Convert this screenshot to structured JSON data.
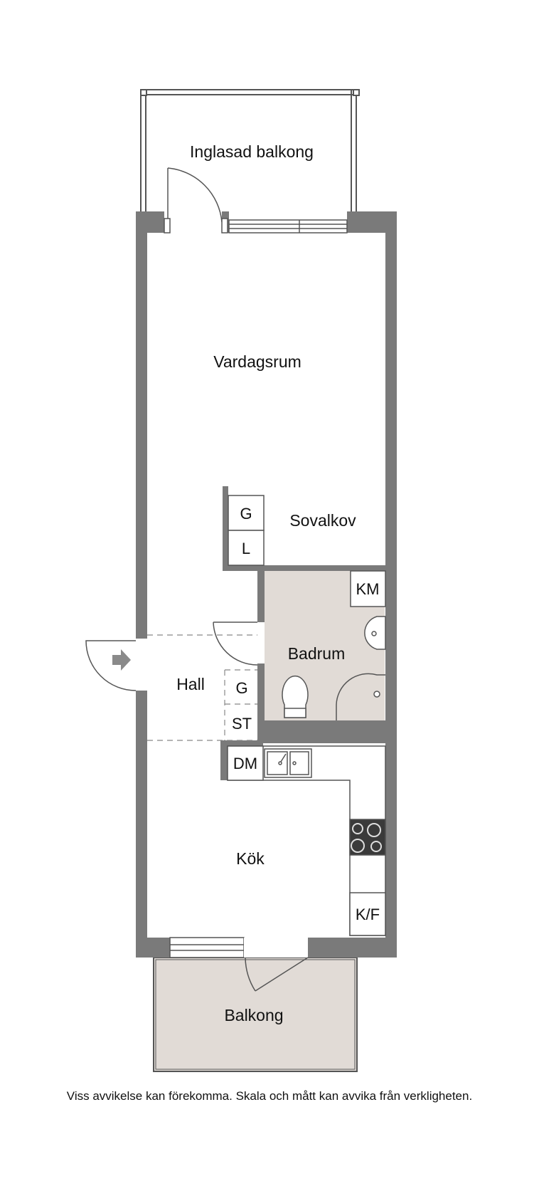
{
  "rooms": {
    "glazed_balcony": "Inglasad balkong",
    "living_room": "Vardagsrum",
    "sleeping_alcove": "Sovalkov",
    "bathroom": "Badrum",
    "hall": "Hall",
    "kitchen": "Kök",
    "balcony": "Balkong"
  },
  "fixtures": {
    "wardrobe_alcove": "G",
    "linen_closet": "L",
    "washing_machine": "KM",
    "wardrobe_hall": "G",
    "storage_hall": "ST",
    "dishwasher": "DM",
    "fridge_freezer": "K/F"
  },
  "footer_note": "Viss avvikelse kan förekomma. Skala och mått kan avvika från verkligheten.",
  "colors": {
    "wall": "#7a7a7a",
    "bathroom_floor": "#e1dbd6",
    "balcony_floor": "#e1dbd6",
    "stove": "#3a3a3a"
  }
}
